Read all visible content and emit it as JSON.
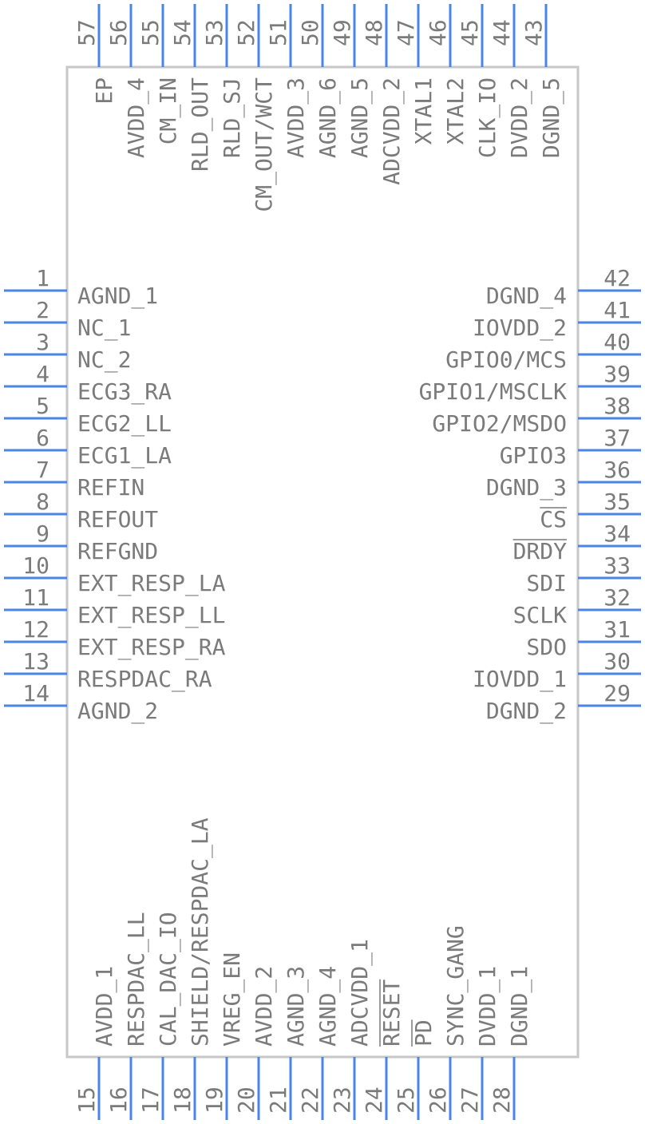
{
  "colors": {
    "pin": "#4a86e8",
    "body": "#c8c8c8",
    "text": "#7b7b7b"
  },
  "pins": {
    "left": [
      {
        "num": "1",
        "name": "AGND_1"
      },
      {
        "num": "2",
        "name": "NC_1"
      },
      {
        "num": "3",
        "name": "NC_2"
      },
      {
        "num": "4",
        "name": "ECG3_RA"
      },
      {
        "num": "5",
        "name": "ECG2_LL"
      },
      {
        "num": "6",
        "name": "ECG1_LA"
      },
      {
        "num": "7",
        "name": "REFIN"
      },
      {
        "num": "8",
        "name": "REFOUT"
      },
      {
        "num": "9",
        "name": "REFGND"
      },
      {
        "num": "10",
        "name": "EXT_RESP_LA"
      },
      {
        "num": "11",
        "name": "EXT_RESP_LL"
      },
      {
        "num": "12",
        "name": "EXT_RESP_RA"
      },
      {
        "num": "13",
        "name": "RESPDAC_RA"
      },
      {
        "num": "14",
        "name": "AGND_2"
      }
    ],
    "bottom": [
      {
        "num": "15",
        "name": "AVDD_1"
      },
      {
        "num": "16",
        "name": "RESPDAC_LL"
      },
      {
        "num": "17",
        "name": "CAL_DAC_IO"
      },
      {
        "num": "18",
        "name": "SHIELD/RESPDAC_LA"
      },
      {
        "num": "19",
        "name": "VREG_EN"
      },
      {
        "num": "20",
        "name": "AVDD_2"
      },
      {
        "num": "21",
        "name": "AGND_3"
      },
      {
        "num": "22",
        "name": "AGND_4"
      },
      {
        "num": "23",
        "name": "ADCVDD_1"
      },
      {
        "num": "24",
        "name": "RESET"
      },
      {
        "num": "25",
        "name": "PD"
      },
      {
        "num": "26",
        "name": "SYNC_GANG"
      },
      {
        "num": "27",
        "name": "DVDD_1"
      },
      {
        "num": "28",
        "name": "DGND_1"
      }
    ],
    "right": [
      {
        "num": "29",
        "name": "DGND_2"
      },
      {
        "num": "30",
        "name": "IOVDD_1"
      },
      {
        "num": "31",
        "name": "SDO"
      },
      {
        "num": "32",
        "name": "SCLK"
      },
      {
        "num": "33",
        "name": "SDI"
      },
      {
        "num": "34",
        "name": "DRDY"
      },
      {
        "num": "35",
        "name": "CS"
      },
      {
        "num": "36",
        "name": "DGND_3"
      },
      {
        "num": "37",
        "name": "GPIO3"
      },
      {
        "num": "38",
        "name": "GPIO2/MSDO"
      },
      {
        "num": "39",
        "name": "GPIO1/MSCLK"
      },
      {
        "num": "40",
        "name": "GPIO0/MCS"
      },
      {
        "num": "41",
        "name": "IOVDD_2"
      },
      {
        "num": "42",
        "name": "DGND_4"
      }
    ],
    "top": [
      {
        "num": "43",
        "name": "DGND_5"
      },
      {
        "num": "44",
        "name": "DVDD_2"
      },
      {
        "num": "45",
        "name": "CLK_IO"
      },
      {
        "num": "46",
        "name": "XTAL2"
      },
      {
        "num": "47",
        "name": "XTAL1"
      },
      {
        "num": "48",
        "name": "ADCVDD_2"
      },
      {
        "num": "49",
        "name": "AGND_5"
      },
      {
        "num": "50",
        "name": "AGND_6"
      },
      {
        "num": "51",
        "name": "AVDD_3"
      },
      {
        "num": "52",
        "name": "CM_OUT/WCT"
      },
      {
        "num": "53",
        "name": "RLD_SJ"
      },
      {
        "num": "54",
        "name": "RLD_OUT"
      },
      {
        "num": "55",
        "name": "CM_IN"
      },
      {
        "num": "56",
        "name": "AVDD_4"
      },
      {
        "num": "57",
        "name": "EP"
      }
    ]
  }
}
